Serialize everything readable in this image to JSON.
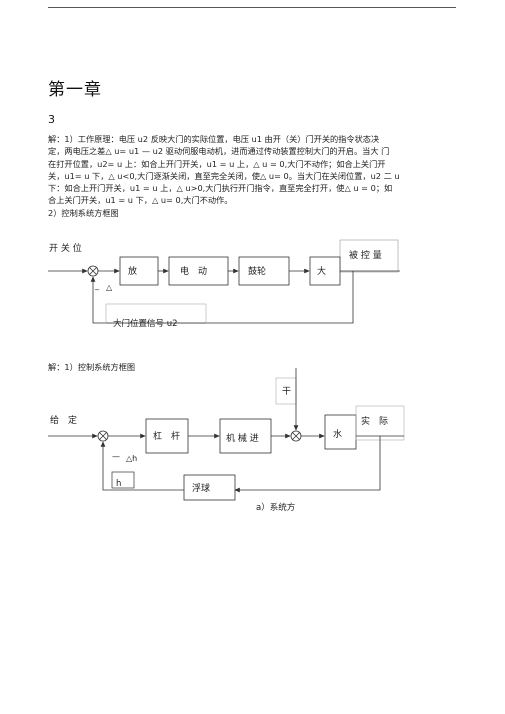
{
  "page": {
    "chapter_title": "第一章",
    "section_number": "3",
    "answer1_lines": [
      "解：1）工作原理：电压 u2 反映大门的实际位置，电压  u1 由开（关）门开关的指令状态决",
      "定，两电压之差△  u= u1 —  u2 驱动伺服电动机，进而通过传动装置控制大门的开启。当大  门",
      "在打开位置，u2= u 上：如合上开门开关，u1 = u 上，△  u = 0,大门不动作；如合上关门开",
      "关，u1= u 下，△ u<0,大门逐渐关闭，直至完全关闭，使△  u= 0。当大门在关闭位置，u2 二 u",
      "下：如合上开门开关，u1 = u 上，△  u>0,大门执行开门指令，直至完全打开，使△  u = 0；如",
      "合上关门开关，u1 = u 下，△  u= 0,大门不动作。"
    ],
    "answer1_sub": "2）控制系统方框图",
    "answer2_heading": "解：1）控制系统方框图"
  },
  "diagram1": {
    "input_label": "开 关 位",
    "output_label": "被 控 量",
    "blocks": [
      "放",
      "电　动",
      "鼓轮",
      "大"
    ],
    "minus_label": "_",
    "delta_label": "△",
    "feedback_label": "大门位置信号   u2"
  },
  "diagram2": {
    "input_label": "给　定",
    "output_label": "实　际",
    "disturbance_label": "干",
    "blocks": [
      "杠　杆",
      "机 械 进",
      "水"
    ],
    "feedback_block": "浮球",
    "minus_label": "—",
    "delta_label": "△h",
    "h_label": "h",
    "caption": "a）系统方"
  }
}
